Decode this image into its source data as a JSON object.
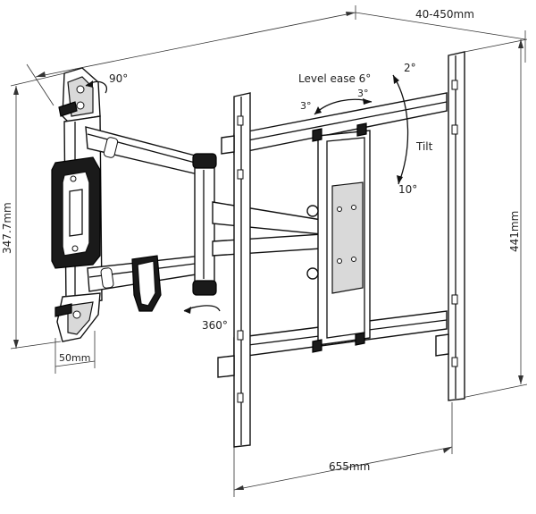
{
  "labels": {
    "depth": "40-450mm",
    "height_left": "347.7mm",
    "height_right": "441mm",
    "width_bottom": "655mm",
    "wall_width": "50mm",
    "swivel_top": "90°",
    "swivel_bottom": "360°",
    "level_ease": "Level ease 6°",
    "level_left": "3°",
    "level_right": "3°",
    "tilt": "Tilt",
    "tilt_up": "2°",
    "tilt_down": "10°"
  }
}
